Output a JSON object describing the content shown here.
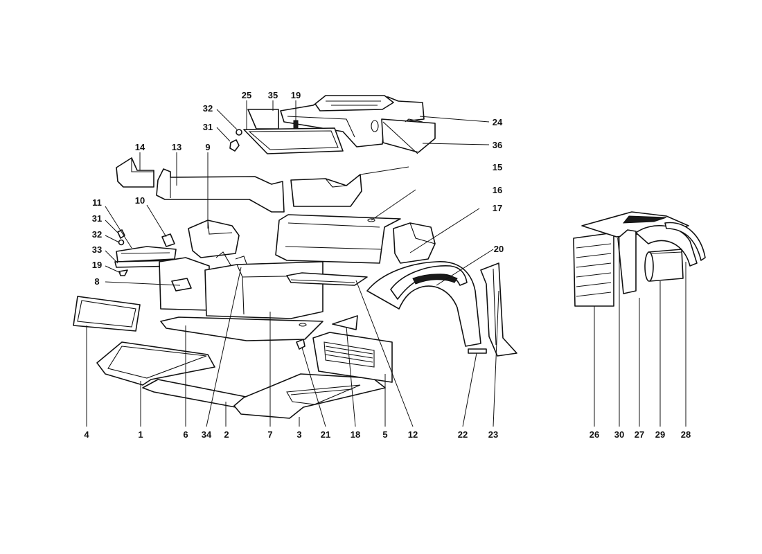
{
  "diagram": {
    "callouts": [
      {
        "id": "c1",
        "text": "25"
      },
      {
        "id": "c2",
        "text": "35"
      },
      {
        "id": "c3",
        "text": "19"
      },
      {
        "id": "c4",
        "text": "32"
      },
      {
        "id": "c5",
        "text": "31"
      },
      {
        "id": "c6",
        "text": "24"
      },
      {
        "id": "c7",
        "text": "36"
      },
      {
        "id": "c8",
        "text": "14"
      },
      {
        "id": "c9",
        "text": "13"
      },
      {
        "id": "c10",
        "text": "9"
      },
      {
        "id": "c11",
        "text": "15"
      },
      {
        "id": "c12",
        "text": "16"
      },
      {
        "id": "c13",
        "text": "11"
      },
      {
        "id": "c14",
        "text": "10"
      },
      {
        "id": "c15",
        "text": "31"
      },
      {
        "id": "c16",
        "text": "32"
      },
      {
        "id": "c17",
        "text": "33"
      },
      {
        "id": "c18",
        "text": "19"
      },
      {
        "id": "c19",
        "text": "8"
      },
      {
        "id": "c20",
        "text": "17"
      },
      {
        "id": "c21",
        "text": "20"
      },
      {
        "id": "c22",
        "text": "4"
      },
      {
        "id": "c23",
        "text": "1"
      },
      {
        "id": "c24",
        "text": "6"
      },
      {
        "id": "c25",
        "text": "34"
      },
      {
        "id": "c26",
        "text": "2"
      },
      {
        "id": "c27",
        "text": "7"
      },
      {
        "id": "c28",
        "text": "3"
      },
      {
        "id": "c29",
        "text": "21"
      },
      {
        "id": "c30",
        "text": "18"
      },
      {
        "id": "c31",
        "text": "5"
      },
      {
        "id": "c32",
        "text": "12"
      },
      {
        "id": "c33",
        "text": "22"
      },
      {
        "id": "c34",
        "text": "23"
      },
      {
        "id": "c35",
        "text": "26"
      },
      {
        "id": "c36",
        "text": "30"
      },
      {
        "id": "c37",
        "text": "27"
      },
      {
        "id": "c38",
        "text": "29"
      },
      {
        "id": "c39",
        "text": "28"
      }
    ]
  }
}
